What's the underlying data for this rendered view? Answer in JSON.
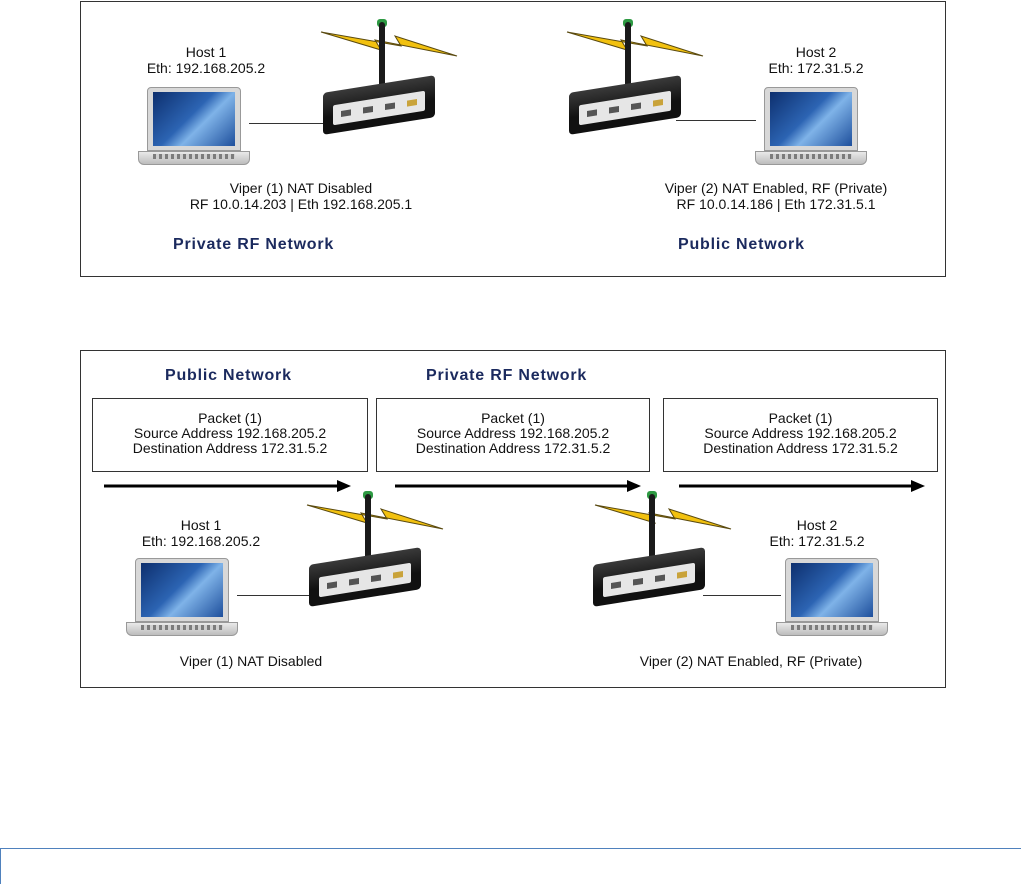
{
  "top_panel": {
    "host1": {
      "name": "Host 1",
      "eth": "Eth: 192.168.205.2"
    },
    "host2": {
      "name": "Host 2",
      "eth": "Eth: 172.31.5.2"
    },
    "viper1": {
      "title": "Viper (1) NAT Disabled",
      "addr": "RF 10.0.14.203 | Eth 192.168.205.1"
    },
    "viper2": {
      "title": "Viper (2) NAT Enabled, RF (Private)",
      "addr": "RF 10.0.14.186 | Eth 172.31.5.1"
    },
    "left_network": "Private RF Network",
    "right_network": "Public Network"
  },
  "bottom_panel": {
    "left_network": "Public Network",
    "middle_network": "Private RF Network",
    "packets": [
      {
        "title": "Packet (1)",
        "source": "Source Address 192.168.205.2",
        "destination": "Destination Address 172.31.5.2"
      },
      {
        "title": "Packet (1)",
        "source": "Source Address 192.168.205.2",
        "destination": "Destination Address 172.31.5.2"
      },
      {
        "title": "Packet (1)",
        "source": "Source Address 192.168.205.2",
        "destination": "Destination Address 172.31.5.2"
      }
    ],
    "host1": {
      "name": "Host 1",
      "eth": "Eth: 192.168.205.2"
    },
    "host2": {
      "name": "Host 2",
      "eth": "Eth: 172.31.5.2"
    },
    "viper1": "Viper (1) NAT Disabled",
    "viper2": "Viper (2) NAT Enabled, RF (Private)"
  },
  "colors": {
    "network_title": "#1b2a5e",
    "lightning": "#f2c10f",
    "footer_rule": "#4f81bd"
  }
}
